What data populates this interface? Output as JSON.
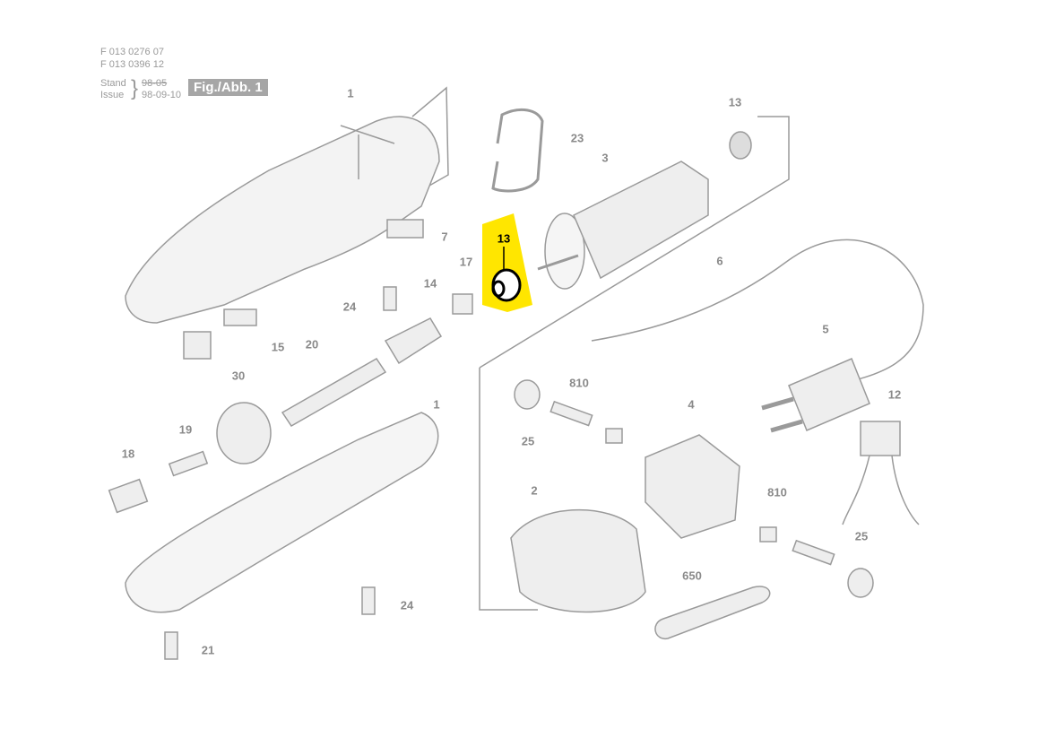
{
  "header": {
    "part_numbers": [
      "F 013 0276 07",
      "F 013 0396 12"
    ],
    "stand_label": "Stand",
    "stand_value": "98-05",
    "issue_label": "Issue",
    "issue_value": "98-09-10",
    "figure": "Fig./Abb. 1"
  },
  "highlight_color": "#ffe600",
  "labels": [
    "1",
    "23",
    "13",
    "3",
    "7",
    "13",
    "17",
    "14",
    "24",
    "6",
    "15",
    "20",
    "5",
    "810",
    "30",
    "4",
    "12",
    "1",
    "19",
    "25",
    "18",
    "2",
    "810",
    "25",
    "650",
    "24",
    "21"
  ]
}
